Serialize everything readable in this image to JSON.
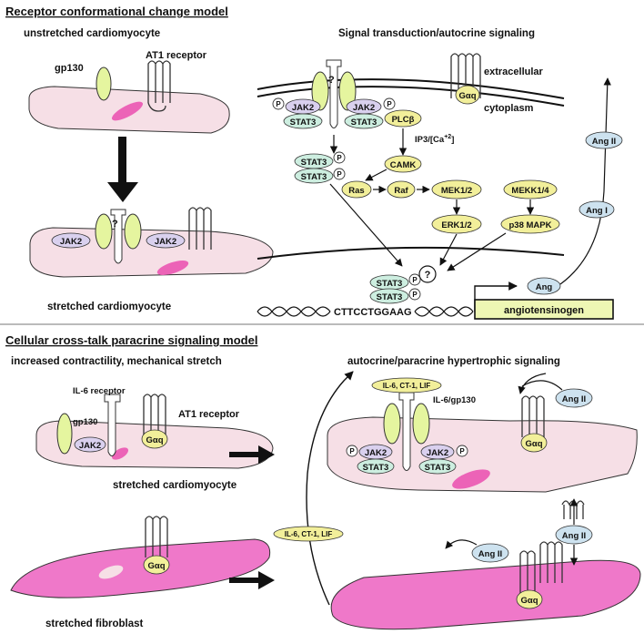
{
  "panel_top": {
    "title": "Receptor conformational change model",
    "left_subtitle": "unstretched cardiomyocyte",
    "left_bottom_label": "stretched cardiomyocyte",
    "right_subtitle": "Signal transduction/autocrine signaling",
    "gp130_label": "gp130",
    "at1_label": "AT1 receptor",
    "question": "?",
    "jak2": "JAK2",
    "stat3": "STAT3",
    "p": "P",
    "extracellular": "extracellular",
    "cytoplasm": "cytoplasm",
    "galphaq": "Gαq",
    "plc": "PLCβ",
    "ip3": "IP3/[Ca",
    "ip3_sup": "+2",
    "ip3_end": "]",
    "camk": "CAMK",
    "ras": "Ras",
    "raf": "Raf",
    "mek12": "MEK1/2",
    "mekk14": "MEKK1/4",
    "erk12": "ERK1/2",
    "p38": "p38 MAPK",
    "ang": "Ang",
    "ang_i": "Ang I",
    "ang_ii": "Ang II",
    "dna_seq": "CTTCCTGGAAG",
    "angiotensinogen": "angiotensinogen"
  },
  "panel_bottom": {
    "title": "Cellular cross-talk paracrine signaling model",
    "left_subtitle": "increased contractility, mechanical stretch",
    "right_subtitle": "autocrine/paracrine hypertrophic signaling",
    "il6_receptor": "IL-6 receptor",
    "gp130_label": "gp130",
    "at1_label": "AT1 receptor",
    "jak2": "JAK2",
    "stat3": "STAT3",
    "p": "P",
    "galphaq": "Gαq",
    "cardio_label": "stretched cardiomyocyte",
    "fibro_label": "stretched fibroblast",
    "cytokines": "IL-6, CT-1, LIF",
    "il6_gp130": "IL-6/gp130",
    "ang_ii": "Ang II"
  },
  "colors": {
    "cell_pink": "#f6dfe6",
    "nucleus": "#ec63b7",
    "gp130_green": "#e5f59f",
    "jak_lilac": "#d9d0ee",
    "stat_mint": "#cdeee0",
    "pathway_yellow": "#f2ef9a",
    "ang_blue": "#cde2ef",
    "fibroblast": "#ef78c9",
    "angiotensinogen_box": "#eef7b4"
  }
}
